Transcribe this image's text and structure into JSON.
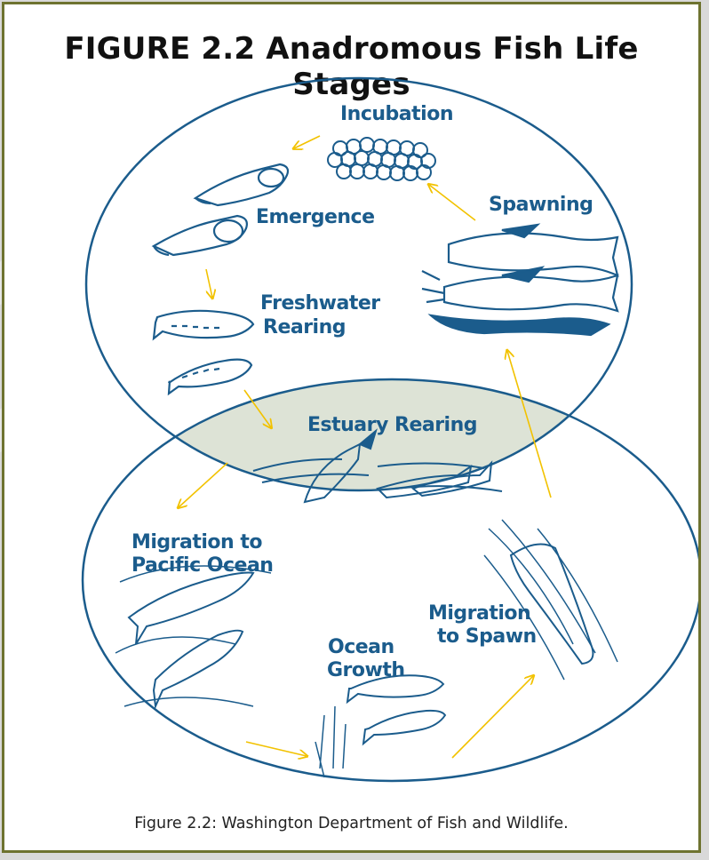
{
  "figure": {
    "title": "FIGURE 2.2 Anadromous Fish Life Stages",
    "caption": "Figure 2.2: Washington Department of Fish and Wildlife."
  },
  "stages": {
    "incubation": "Incubation",
    "emergence": "Emergence",
    "freshwater_line1": "Freshwater",
    "freshwater_line2": "Rearing",
    "spawning": "Spawning",
    "estuary": "Estuary Rearing",
    "migration_ocean_line1": "Migration to",
    "migration_ocean_line2": "Pacific Ocean",
    "ocean_growth_line1": "Ocean",
    "ocean_growth_line2": "Growth",
    "migration_spawn_line1": "Migration",
    "migration_spawn_line2": "to Spawn"
  },
  "colors": {
    "ink": "#1b5c8c",
    "arrow": "#f2c200",
    "estuary_fill": "#dde3d6",
    "border": "#6e7330"
  }
}
